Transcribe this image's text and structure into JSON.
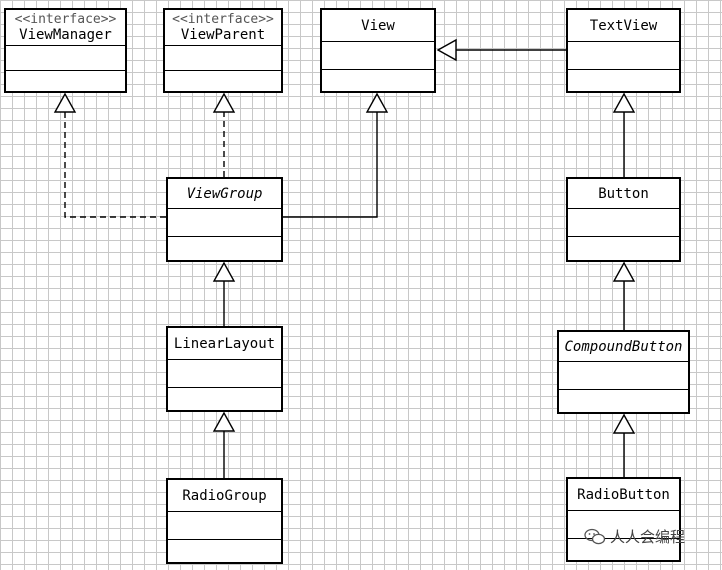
{
  "classes": {
    "view_manager": {
      "name": "ViewManager",
      "stereotype": "<<interface>>",
      "italic": false
    },
    "view_parent": {
      "name": "ViewParent",
      "stereotype": "<<interface>>",
      "italic": false
    },
    "view": {
      "name": "View",
      "italic": false
    },
    "text_view": {
      "name": "TextView",
      "italic": false
    },
    "view_group": {
      "name": "ViewGroup",
      "italic": true
    },
    "button": {
      "name": "Button",
      "italic": false
    },
    "linear_layout": {
      "name": "LinearLayout",
      "italic": false
    },
    "compound_button": {
      "name": "CompoundButton",
      "italic": true
    },
    "radio_group": {
      "name": "RadioGroup",
      "italic": false
    },
    "radio_button": {
      "name": "RadioButton",
      "italic": false
    }
  },
  "relationships": [
    {
      "from": "view_group",
      "to": "view_manager",
      "type": "realization"
    },
    {
      "from": "view_group",
      "to": "view_parent",
      "type": "realization"
    },
    {
      "from": "view_group",
      "to": "view",
      "type": "generalization"
    },
    {
      "from": "text_view",
      "to": "view",
      "type": "generalization"
    },
    {
      "from": "linear_layout",
      "to": "view_group",
      "type": "generalization"
    },
    {
      "from": "radio_group",
      "to": "linear_layout",
      "type": "generalization"
    },
    {
      "from": "button",
      "to": "text_view",
      "type": "generalization"
    },
    {
      "from": "compound_button",
      "to": "button",
      "type": "generalization"
    },
    {
      "from": "radio_button",
      "to": "compound_button",
      "type": "generalization"
    }
  ],
  "watermark": {
    "text": "人人会编程",
    "icon": "wechat-icon"
  }
}
